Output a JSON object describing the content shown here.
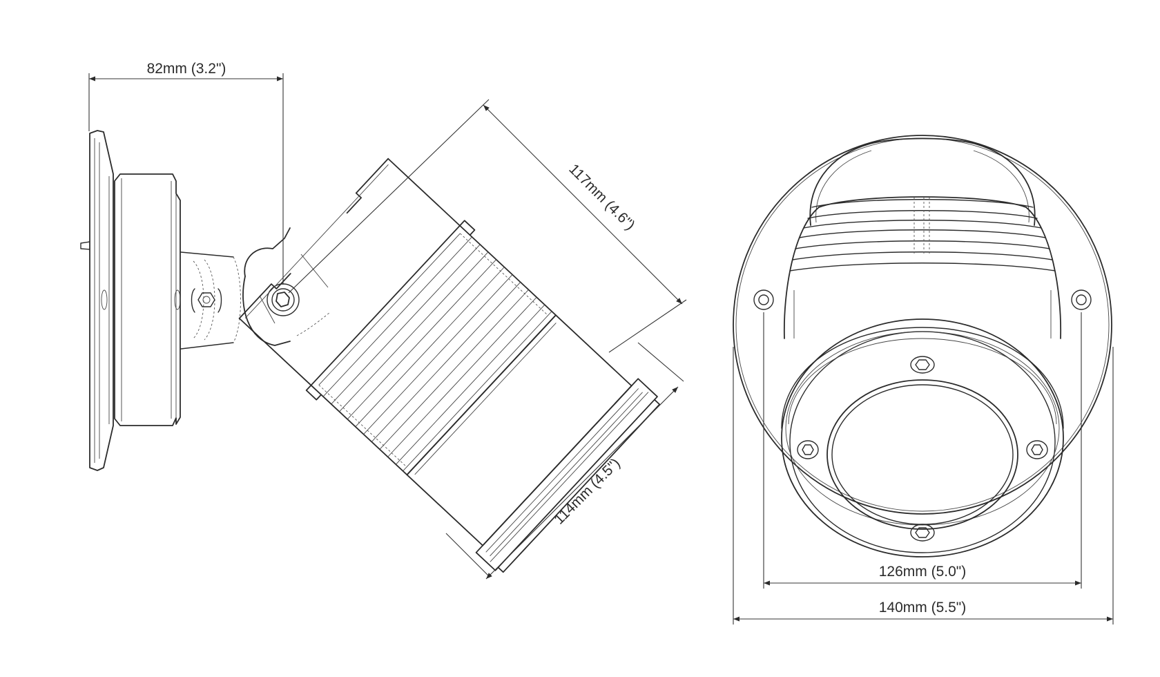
{
  "dimensions": {
    "mount_depth": "82mm (3.2\")",
    "housing_length": "117mm (4.6\")",
    "housing_diameter": "114mm (4.5\")",
    "inner_diameter": "126mm (5.0\")",
    "outer_diameter": "140mm (5.5\")"
  },
  "colors": {
    "line": "#2b2b2b",
    "background": "#ffffff"
  }
}
